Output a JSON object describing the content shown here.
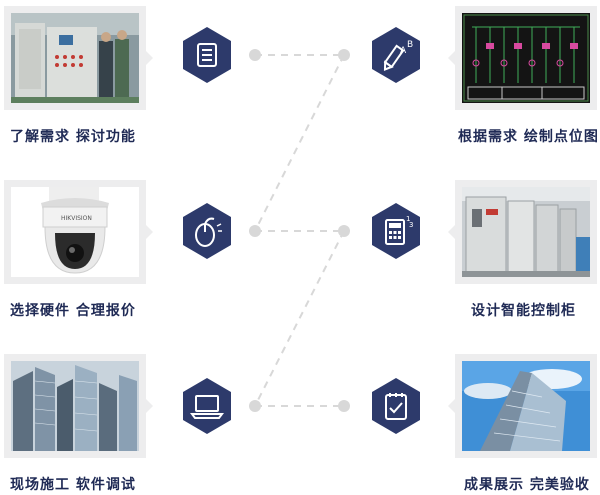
{
  "colors": {
    "accent": "#2d3a6b",
    "card": "#ededee",
    "connector": "#d8d8d8",
    "label": "#1f2a55"
  },
  "steps": [
    {
      "label": "了解需求 探讨功能",
      "icon": "document-list-icon",
      "photo": "electrical-cabinet-workshop-photo"
    },
    {
      "label": "根据需求 绘制点位图",
      "icon": "pen-abc-icon",
      "photo": "wiring-schematic-photo"
    },
    {
      "label": "选择硬件 合理报价",
      "icon": "mouse-icon",
      "photo": "dome-camera-photo"
    },
    {
      "label": "设计智能控制柜",
      "icon": "calculator-icon",
      "photo": "control-cabinet-photo"
    },
    {
      "label": "现场施工 软件调试",
      "icon": "laptop-icon",
      "photo": "skyscrapers-photo"
    },
    {
      "label": "成果展示 完美验收",
      "icon": "checklist-icon",
      "photo": "glass-building-photo"
    }
  ]
}
